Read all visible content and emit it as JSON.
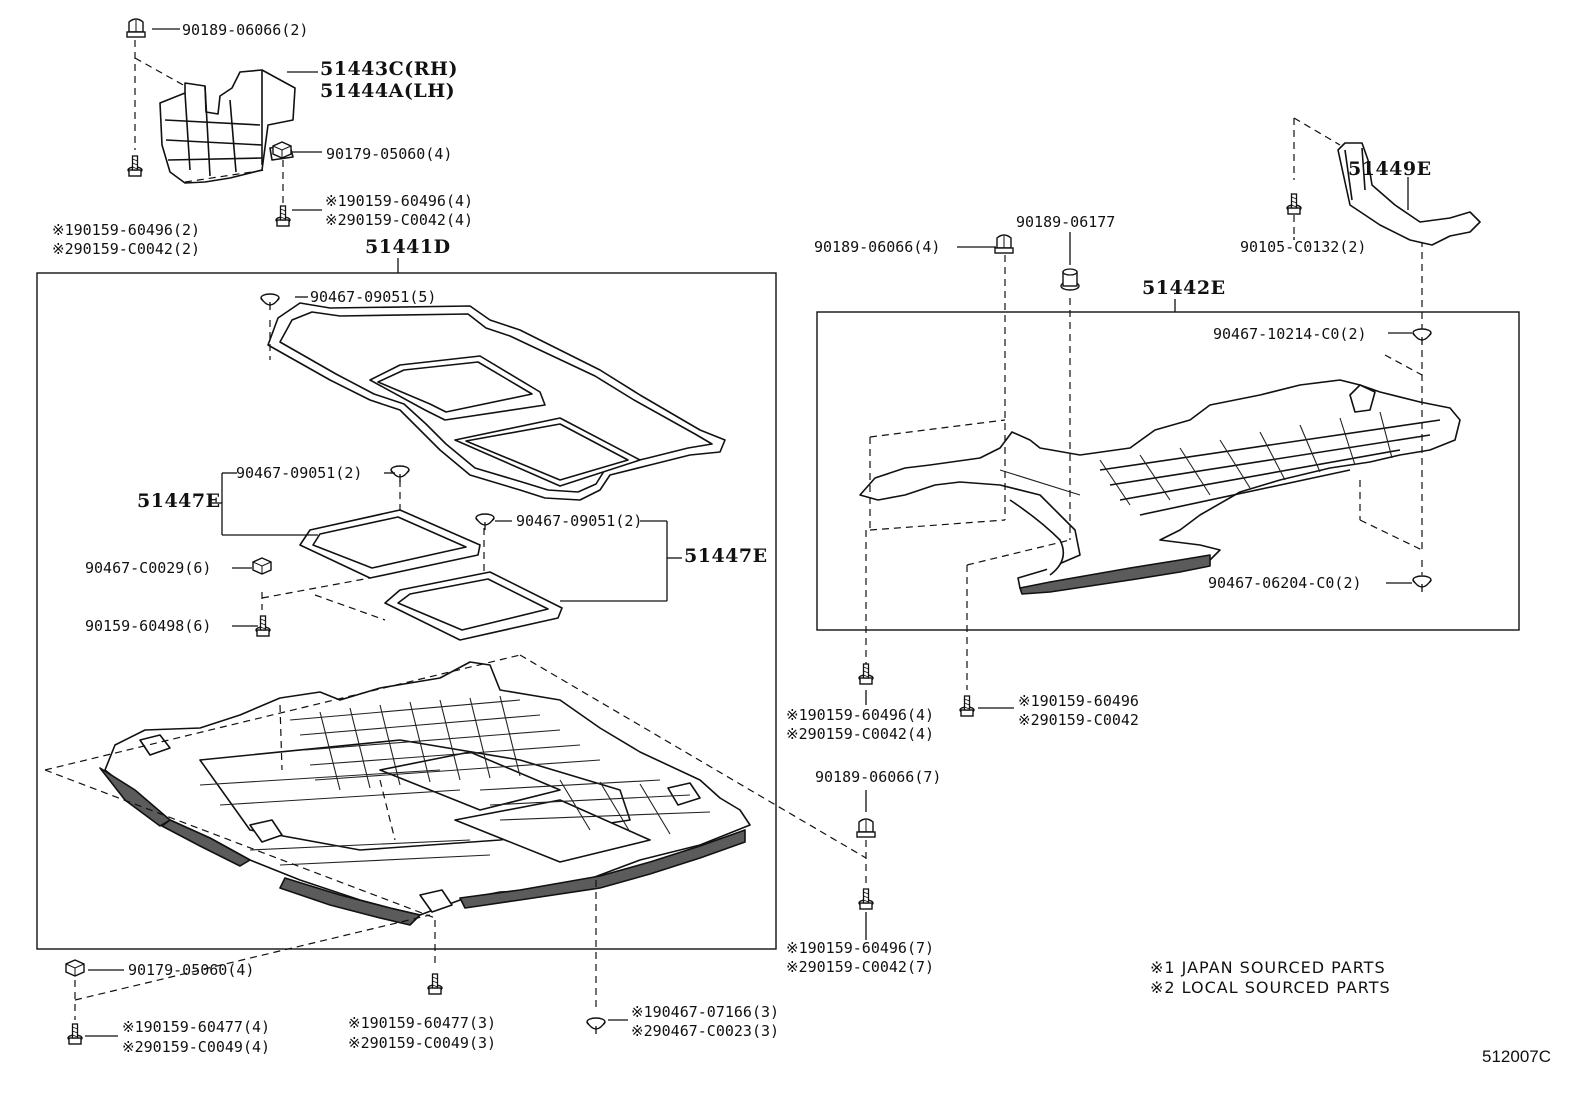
{
  "assemblies": {
    "a51441D": "51441D",
    "a51442E": "51442E",
    "a51443C": "51443C(RH)",
    "a51444A": "51444A(LH)",
    "a51449E": "51449E",
    "a51447E_left": "51447E",
    "a51447E_right": "51447E"
  },
  "callouts": {
    "c01": "90189-06066(2)",
    "c02": "90179-05060(4)",
    "c03a": "※190159-60496(4)",
    "c03b": "※290159-C0042(4)",
    "c04a": "※190159-60496(2)",
    "c04b": "※290159-C0042(2)",
    "c05": "90467-09051(5)",
    "c06": "90467-09051(2)",
    "c07": "90467-09051(2)",
    "c08": "90467-C0029(6)",
    "c09": "90159-60498(6)",
    "c10": "90179-05060(4)",
    "c11a": "※190159-60477(4)",
    "c11b": "※290159-C0049(4)",
    "c12a": "※190159-60477(3)",
    "c12b": "※290159-C0049(3)",
    "c13a": "※190467-07166(3)",
    "c13b": "※290467-C0023(3)",
    "c14": "90189-06066(4)",
    "c15": "90189-06177",
    "c16": "90105-C0132(2)",
    "c17": "90467-10214-C0(2)",
    "c18": "90467-06204-C0(2)",
    "c19a": "※190159-60496(4)",
    "c19b": "※290159-C0042(4)",
    "c20a": "※190159-60496",
    "c20b": "※290159-C0042",
    "c21": "90189-06066(7)",
    "c22a": "※190159-60496(7)",
    "c22b": "※290159-C0042(7)"
  },
  "notes": {
    "n1": "※1 JAPAN SOURCED PARTS",
    "n2": "※2 LOCAL SOURCED PARTS"
  },
  "figure_ref": "512007C",
  "icons": [
    "clip-icon",
    "bolt-icon",
    "nut-icon",
    "grommet-icon"
  ]
}
